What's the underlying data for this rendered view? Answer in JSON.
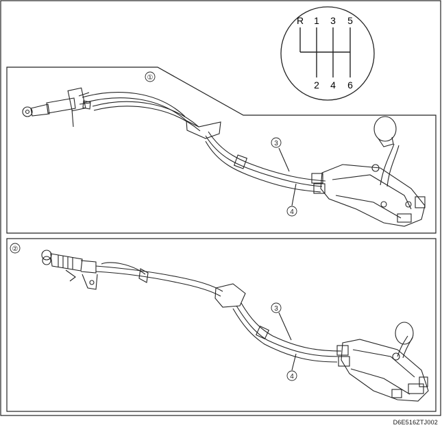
{
  "shift_pattern": {
    "top": [
      "R",
      "1",
      "3",
      "5"
    ],
    "bottom": [
      "2",
      "4",
      "6"
    ]
  },
  "views": [
    {
      "marker": "①",
      "callouts": [
        "3",
        "4"
      ]
    },
    {
      "marker": "②",
      "callouts": [
        "3",
        "4"
      ]
    }
  ],
  "figure_code": "D6E516ZTJ002"
}
